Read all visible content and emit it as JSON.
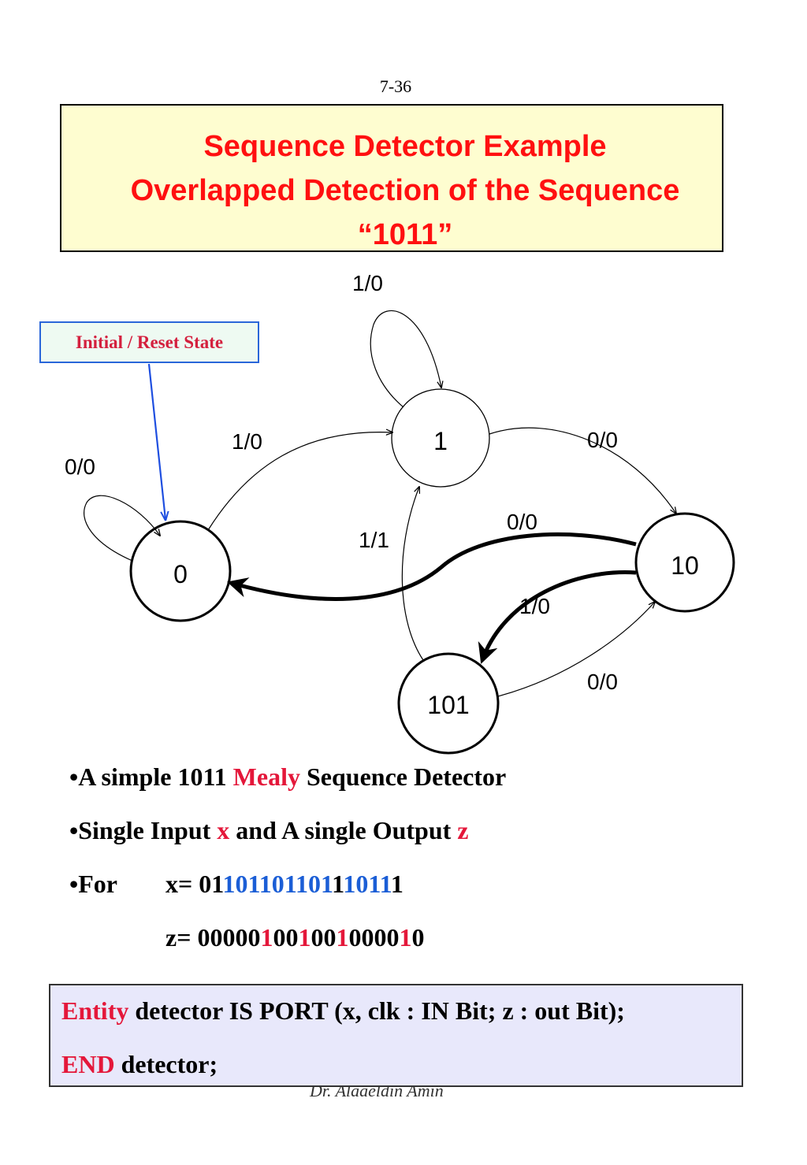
{
  "page_number": "7-36",
  "title": {
    "line1": "Sequence Detector Example",
    "line2": "Overlapped Detection of the Sequence",
    "line3": "“1011”"
  },
  "callout": "Initial / Reset State",
  "diagram": {
    "states": [
      "0",
      "1",
      "10",
      "101"
    ],
    "transitions": {
      "s0_self": "0/0",
      "s0_to_s1": "1/0",
      "s1_self": "1/0",
      "s1_to_s10": "0/0",
      "s10_to_s0": "0/0",
      "s10_to_s101": "1/0",
      "s101_to_s1": "1/1",
      "s101_to_s10": "0/0"
    }
  },
  "bullets": {
    "b1": {
      "pre": "•A simple 1011 ",
      "highlight": "Mealy",
      "post": " Sequence Detector"
    },
    "b2": {
      "pre": "•Single Input ",
      "x": "x",
      "mid": " and A single Output ",
      "z": "z"
    },
    "b3": {
      "label": "•For",
      "x_prefix": "x= 01",
      "x_blue1": "101101101",
      "x_black1": "1",
      "x_blue2": "1011",
      "x_black2": "1"
    },
    "b4": {
      "z_prefix": "z= 00000",
      "r1": "1",
      "m1": "00",
      "r2": "1",
      "m2": "00",
      "r3": "1",
      "m3": "0000",
      "r4": "1",
      "end": "0"
    }
  },
  "entity": {
    "kw1": "Entity",
    "line1": " detector IS PORT (x, clk : IN Bit; z : out Bit);",
    "kw2": "END",
    "line2": " detector;"
  },
  "author": "Dr. Alaaeldin Amin",
  "colors": {
    "title": "#ff1010",
    "highlight": "#e4173a",
    "blue": "#1b5ed6",
    "title_bg": "#fefdd0",
    "entity_bg": "#e8e8fb"
  }
}
